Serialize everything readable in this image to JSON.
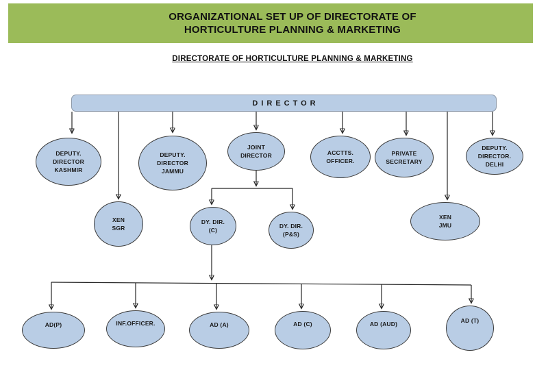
{
  "banner": {
    "title": "ORGANIZATIONAL SET UP OF DIRECTORATE OF\nHORTICULTURE PLANNING & MARKETING"
  },
  "heading": "DIRECTORATE OF HORTICULTURE PLANNING & MARKETING",
  "org": {
    "root": {
      "label": "DIRECTOR"
    },
    "level1": {
      "deputy_kashmir": {
        "label": "DEPUTY.\nDIRECTOR\nKASHMIR"
      },
      "deputy_jammu": {
        "label": "DEPUTY.\nDIRECTOR\nJAMMU"
      },
      "joint_director": {
        "label": "JOINT\nDIRECTOR"
      },
      "acctts_officer": {
        "label": "ACCTTS.\nOFFICER."
      },
      "private_secretary": {
        "label": "PRIVATE\nSECRETARY"
      },
      "deputy_delhi": {
        "label": "DEPUTY.\nDIRECTOR.\nDELHI"
      }
    },
    "level2": {
      "xen_sgr": {
        "label": "XEN\nSGR"
      },
      "dy_dir_c": {
        "label": "DY. DIR.\n(C)"
      },
      "dy_dir_ps": {
        "label": "DY. DIR.\n(P&S)"
      },
      "xen_jmu": {
        "label": "XEN\nJMU"
      }
    },
    "level3": {
      "ad_p": {
        "label": "AD(P)"
      },
      "inf_officer": {
        "label": "INF.OFFICER."
      },
      "ad_a": {
        "label": "AD (A)"
      },
      "ad_c": {
        "label": "AD (C)"
      },
      "ad_aud": {
        "label": "AD (AUD)"
      },
      "ad_t": {
        "label": "AD (T)"
      }
    }
  },
  "colors": {
    "banner_bg": "#9bbb59",
    "node_fill": "#b9cde5",
    "node_border": "#3b3b3b",
    "bar_border": "#8c98a8",
    "connector": "#262626",
    "text": "#111111"
  }
}
